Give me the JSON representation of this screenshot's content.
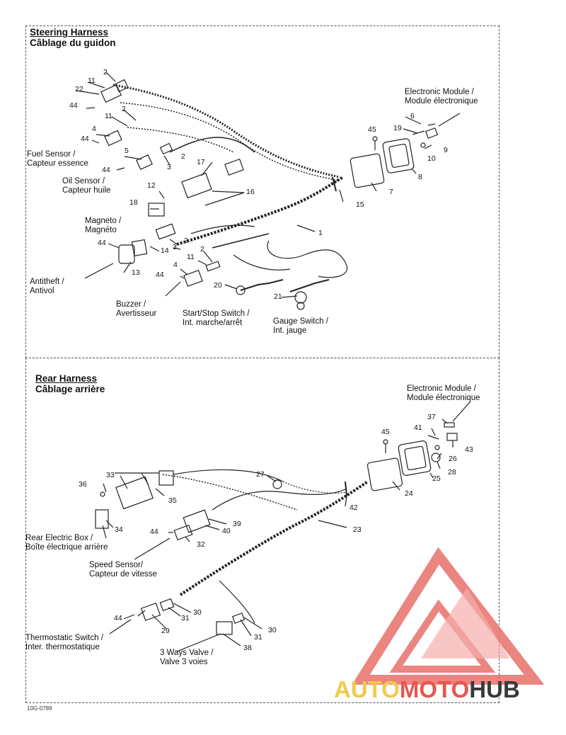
{
  "steering": {
    "title": "Steering Harness",
    "title_fr": "Câblage du guidon",
    "labels": {
      "electronic_module": "Electronic Module /",
      "electronic_module_fr": "Module électronique",
      "fuel_sensor": "Fuel Sensor /",
      "fuel_sensor_fr": "Capteur essence",
      "oil_sensor": "Oil Sensor /",
      "oil_sensor_fr": "Capteur huile",
      "magneto": "Magneto /",
      "magneto_fr": "Magnéto",
      "antitheft": "Antitheft /",
      "antitheft_fr": "Antivol",
      "buzzer": "Buzzer /",
      "buzzer_fr": "Avertisseur",
      "start_stop": "Start/Stop Switch /",
      "start_stop_fr": "Int. marche/arrêt",
      "gauge_switch": "Gauge Switch /",
      "gauge_switch_fr": "Int. jauge"
    },
    "callouts": [
      "2",
      "11",
      "22",
      "44",
      "11",
      "2",
      "4",
      "44",
      "5",
      "2",
      "3",
      "44",
      "17",
      "16",
      "12",
      "18",
      "45",
      "19",
      "10",
      "6",
      "9",
      "8",
      "7",
      "15",
      "1",
      "44",
      "2",
      "14",
      "3",
      "13",
      "2",
      "11",
      "4",
      "44",
      "20",
      "21"
    ]
  },
  "rear": {
    "title": "Rear Harness",
    "title_fr": "Câblage arrière",
    "labels": {
      "electronic_module": "Electronic Module /",
      "electronic_module_fr": "Module électronique",
      "rear_box": "Rear Electric Box /",
      "rear_box_fr": "Boîte électrique arrière",
      "speed_sensor": "Speed Sensor/",
      "speed_sensor_fr": "Capteur de vitesse",
      "thermostatic": "Thermostatic Switch /",
      "thermostatic_fr": "Inter. thermostatique",
      "valve": "3 Ways Valve /",
      "valve_fr": "Valve 3 voies"
    },
    "callouts": [
      "37",
      "41",
      "43",
      "26",
      "28",
      "25",
      "45",
      "24",
      "42",
      "27",
      "23",
      "33",
      "36",
      "35",
      "34",
      "39",
      "40",
      "44",
      "32",
      "30",
      "31",
      "29",
      "44",
      "30",
      "31",
      "38"
    ]
  },
  "reference": "10G-0789",
  "watermark": {
    "part1": "AUTO",
    "part2": "MOTO",
    "part3": "HUB",
    "color1": "#f2c94c",
    "color2": "#e8554e",
    "color3": "#3a3a3a"
  }
}
